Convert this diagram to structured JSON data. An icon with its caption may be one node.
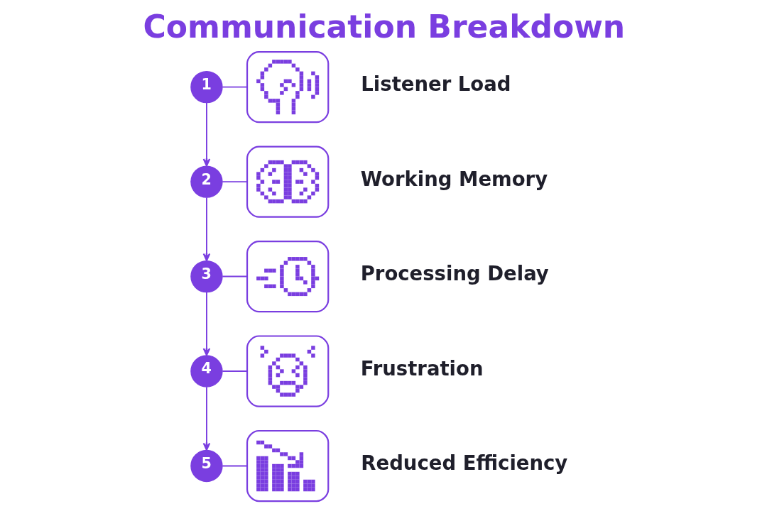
{
  "diagram": {
    "title": "Communication Breakdown",
    "nodes": [
      {
        "text": [
          "1"
        ]
      },
      {
        "text": [],
        "shape": "picture",
        "beside": [
          "Listener Load"
        ]
      },
      {
        "text": [
          "2"
        ]
      },
      {
        "text": [],
        "shape": "picture",
        "beside": [
          "Working Memory"
        ]
      },
      {
        "text": [
          "3"
        ]
      },
      {
        "text": [],
        "shape": "picture",
        "beside": [
          "Processing Delay"
        ]
      },
      {
        "text": [
          "4"
        ]
      },
      {
        "text": [],
        "shape": "picture",
        "beside": [
          "Frustration"
        ]
      },
      {
        "text": [
          "5"
        ]
      },
      {
        "text": [],
        "shape": "picture",
        "beside": [
          "Reduced Efficiency"
        ]
      }
    ],
    "edges": [
      {
        "from": 0,
        "to": 1,
        "arrow": "none"
      },
      {
        "from": 0,
        "to": 2,
        "arrow": "to"
      },
      {
        "from": 2,
        "to": 3,
        "arrow": "none"
      },
      {
        "from": 2,
        "to": 4,
        "arrow": "to"
      },
      {
        "from": 4,
        "to": 5,
        "arrow": "none"
      },
      {
        "from": 4,
        "to": 6,
        "arrow": "to"
      },
      {
        "from": 6,
        "to": 7,
        "arrow": "none"
      },
      {
        "from": 6,
        "to": 8,
        "arrow": "to"
      },
      {
        "from": 8,
        "to": 9,
        "arrow": "none"
      }
    ]
  }
}
